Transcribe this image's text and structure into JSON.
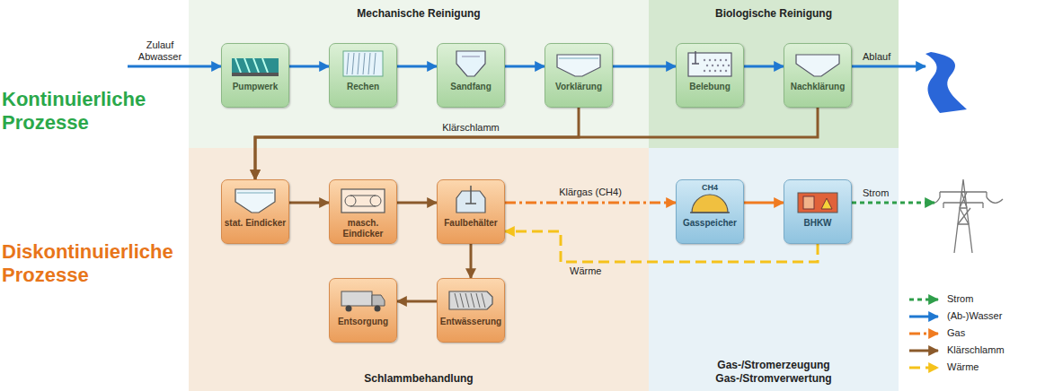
{
  "diagram": {
    "nodes": [
      {
        "text": [
          "Mechanische Reinigung"
        ]
      },
      {
        "text": [
          "Pumpwerk"
        ],
        "in": 0
      },
      {
        "text": [
          "Rechen"
        ],
        "in": 0
      },
      {
        "text": [
          "Sandfang"
        ],
        "in": 0
      },
      {
        "text": [
          "Vorklärung"
        ],
        "in": 0
      },
      {
        "text": [
          "Biologische Reinigung"
        ]
      },
      {
        "text": [
          "Belebung"
        ],
        "in": 5
      },
      {
        "text": [
          "Nachklärung"
        ],
        "in": 5
      },
      {
        "text": [
          "Schlammbehandlung"
        ]
      },
      {
        "text": [
          "stat. Eindicker"
        ],
        "in": 8
      },
      {
        "text": [
          "masch. Eindicker"
        ],
        "in": 8
      },
      {
        "text": [
          "Faulbehälter"
        ],
        "in": 8
      },
      {
        "text": [
          "Entsorgung"
        ],
        "in": 8
      },
      {
        "text": [
          "Entwässerung"
        ],
        "in": 8
      },
      {
        "text": [
          "Gas-/Stromerzeugung Gas-/Stromverwertung"
        ]
      },
      {
        "text": [
          "CH4",
          "Gasspeicher"
        ],
        "in": 14
      },
      {
        "text": [
          "BHKW"
        ],
        "in": 14
      }
    ],
    "edges": [
      {
        "from": 1,
        "to": 2,
        "arrow": "to"
      },
      {
        "from": 2,
        "to": 3,
        "arrow": "to"
      },
      {
        "from": 3,
        "to": 4,
        "arrow": "to"
      },
      {
        "from": 4,
        "to": 6,
        "arrow": "to"
      },
      {
        "from": 6,
        "to": 7,
        "arrow": "to"
      },
      {
        "from": 4,
        "to": 9,
        "label": "Klärschlamm",
        "arrow": "to"
      },
      {
        "from": 7,
        "to": 9,
        "arrow": "to"
      },
      {
        "from": 9,
        "to": 10,
        "arrow": "to"
      },
      {
        "from": 10,
        "to": 11,
        "arrow": "to"
      },
      {
        "from": 11,
        "to": 15,
        "label": "Klärgas (CH4)",
        "arrow": "to"
      },
      {
        "from": 15,
        "to": 16,
        "arrow": "to"
      },
      {
        "from": 16,
        "to": 11,
        "label": "Wärme",
        "arrow": "to"
      },
      {
        "from": 11,
        "to": 13,
        "arrow": "to"
      },
      {
        "from": 13,
        "to": 12,
        "arrow": "to"
      }
    ],
    "labels": [
      "Zulauf Abwasser",
      "Ablauf",
      "Strom",
      "Kontinuierliche Prozesse",
      "Diskontinuierliche Prozesse"
    ],
    "legend": [
      {
        "text": "Strom"
      },
      {
        "text": "(Ab-)Wasser"
      },
      {
        "text": "Gas"
      },
      {
        "text": "Klärschlamm"
      },
      {
        "text": "Wärme"
      }
    ]
  }
}
